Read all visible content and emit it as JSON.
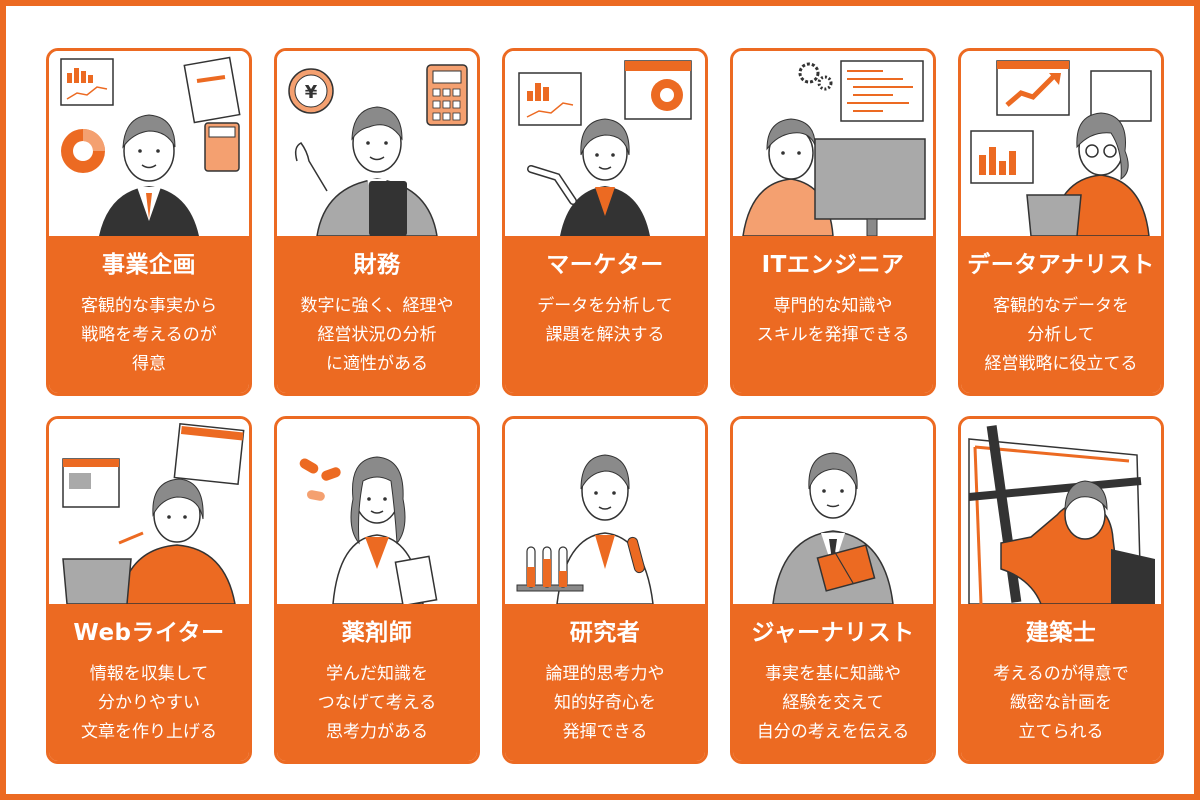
{
  "colors": {
    "accent": "#ec6a22",
    "accent_light": "#f4a070",
    "skin": "#ffffff",
    "hair": "#8a8a8a",
    "suit": "#a9a9a9",
    "line": "#333333"
  },
  "cards": [
    {
      "title": "事業企画",
      "icon": "business-planner-illustration",
      "desc": [
        "客観的な事実から",
        "戦略を考えるのが",
        "得意"
      ]
    },
    {
      "title": "財務",
      "icon": "finance-illustration",
      "desc": [
        "数字に強く、経理や",
        "経営状況の分析",
        "に適性がある"
      ],
      "symbol": "¥"
    },
    {
      "title": "マーケター",
      "icon": "marketer-illustration",
      "desc": [
        "データを分析して",
        "課題を解決する"
      ]
    },
    {
      "title": "ITエンジニア",
      "icon": "it-engineer-illustration",
      "desc": [
        "専門的な知識や",
        "スキルを発揮できる"
      ]
    },
    {
      "title": "データアナリスト",
      "icon": "data-analyst-illustration",
      "desc": [
        "客観的なデータを",
        "分析して",
        "経営戦略に役立てる"
      ]
    },
    {
      "title": "Webライター",
      "icon": "web-writer-illustration",
      "desc": [
        "情報を収集して",
        "分かりやすい",
        "文章を作り上げる"
      ]
    },
    {
      "title": "薬剤師",
      "icon": "pharmacist-illustration",
      "desc": [
        "学んだ知識を",
        "つなげて考える",
        "思考力がある"
      ]
    },
    {
      "title": "研究者",
      "icon": "researcher-illustration",
      "desc": [
        "論理的思考力や",
        "知的好奇心を",
        "発揮できる"
      ]
    },
    {
      "title": "ジャーナリスト",
      "icon": "journalist-illustration",
      "desc": [
        "事実を基に知識や",
        "経験を交えて",
        "自分の考えを伝える"
      ]
    },
    {
      "title": "建築士",
      "icon": "architect-illustration",
      "desc": [
        "考えるのが得意で",
        "緻密な計画を",
        "立てられる"
      ]
    }
  ]
}
